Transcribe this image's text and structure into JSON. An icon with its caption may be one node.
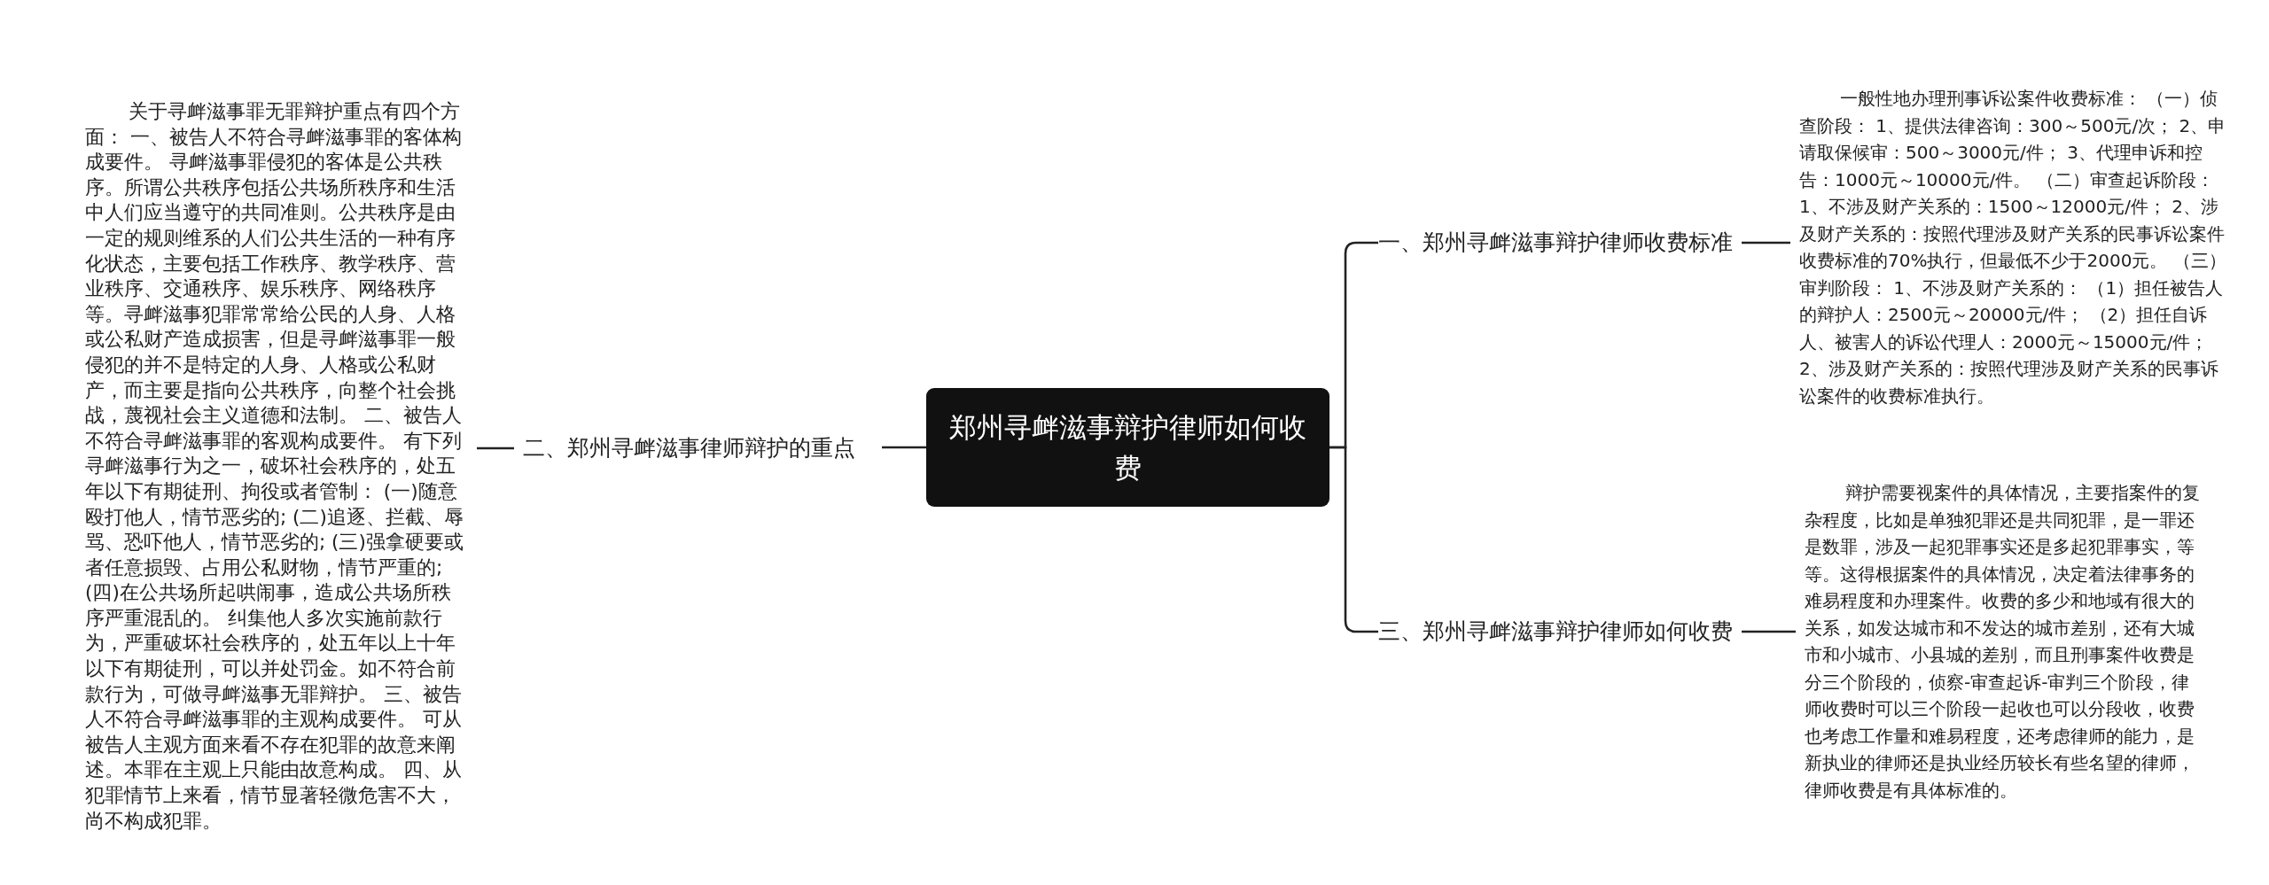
{
  "diagram": {
    "nodes": [
      {
        "text": [
          "郑州寻衅滋事辩护律师如何收费"
        ]
      },
      {
        "text": [
          "二、郑州寻衅滋事律师辩护的重点"
        ]
      },
      {
        "text": [
          "关于寻衅滋事罪无罪辩护重点有四个方面： 一、被告人不符合寻衅滋事罪的客体构成要件。 寻衅滋事罪侵犯的客体是公共秩序。所谓公共秩序包括公共场所秩序和生活中人们应当遵守的共同准则。公共秩序是由一定的规则维系的人们公共生活的一种有序化状态，主要包括工作秩序、教学秩序、营业秩序、交通秩序、娱乐秩序、网络秩序等。寻衅滋事犯罪常常给公民的人身、人格或公私财产造成损害，但是寻衅滋事罪一般侵犯的并不是特定的人身、人格或公私财产，而主要是指向公共秩序，向整个社会挑战，蔑视社会主义道德和法制。 二、被告人不符合寻衅滋事罪的客观构成要件。 有下列寻衅滋事行为之一，破坏社会秩序的，处五年以下有期徒刑、拘役或者管制： (一)随意殴打他人，情节恶劣的; (二)追逐、拦截、辱骂、恐吓他人，情节恶劣的; (三)强拿硬要或者任意损毁、占用公私财物，情节严重的; (四)在公共场所起哄闹事，造成公共场所秩序严重混乱的。 纠集他人多次实施前款行为，严重破坏社会秩序的，处五年以上十年以下有期徒刑，可以并处罚金。如不符合前款行为，可做寻衅滋事无罪辩护。 三、被告人不符合寻衅滋事罪的主观构成要件。 可从被告人主观方面来看不存在犯罪的故意来阐述。本罪在主观上只能由故意构成。 四、从犯罪情节上来看，情节显著轻微危害不大，尚不构成犯罪。"
        ]
      },
      {
        "text": [
          "一、郑州寻衅滋事辩护律师收费标准"
        ]
      },
      {
        "text": [
          "一般性地办理刑事诉讼案件收费标准： （一）侦查阶段： 1、提供法律咨询：300～500元/次； 2、申请取保候审：500～3000元/件； 3、代理申诉和控告：1000元～10000元/件。 （二）审查起诉阶段： 1、不涉及财产关系的：1500～12000元/件； 2、涉及财产关系的：按照代理涉及财产关系的民事诉讼案件收费标准的70%执行，但最低不少于2000元。 （三）审判阶段： 1、不涉及财产关系的： （1）担任被告人的辩护人：2500元～20000元/件； （2）担任自诉人、被害人的诉讼代理人：2000元～15000元/件； 2、涉及财产关系的：按照代理涉及财产关系的民事诉讼案件的收费标准执行。"
        ]
      },
      {
        "text": [
          "三、郑州寻衅滋事辩护律师如何收费"
        ]
      },
      {
        "text": [
          "辩护需要视案件的具体情况，主要指案件的复杂程度，比如是单独犯罪还是共同犯罪，是一罪还是数罪，涉及一起犯罪事实还是多起犯罪事实，等等。这得根据案件的具体情况，决定着法律事务的难易程度和办理案件。收费的多少和地域有很大的关系，如发达城市和不发达的城市差别，还有大城市和小城市、小县城的差别，而且刑事案件收费是分三个阶段的，侦察-审查起诉-审判三个阶段，律师收费时可以三个阶段一起收也可以分段收，收费也考虑工作量和难易程度，还考虑律师的能力，是新执业的律师还是执业经历较长有些名望的律师，律师收费是有具体标准的。"
        ]
      }
    ],
    "edges": [
      {
        "from": 0,
        "to": 1,
        "arrow": "none"
      },
      {
        "from": 1,
        "to": 2,
        "arrow": "none"
      },
      {
        "from": 0,
        "to": 3,
        "arrow": "none"
      },
      {
        "from": 3,
        "to": 4,
        "arrow": "none"
      },
      {
        "from": 0,
        "to": 5,
        "arrow": "none"
      },
      {
        "from": 5,
        "to": 6,
        "arrow": "none"
      }
    ]
  }
}
